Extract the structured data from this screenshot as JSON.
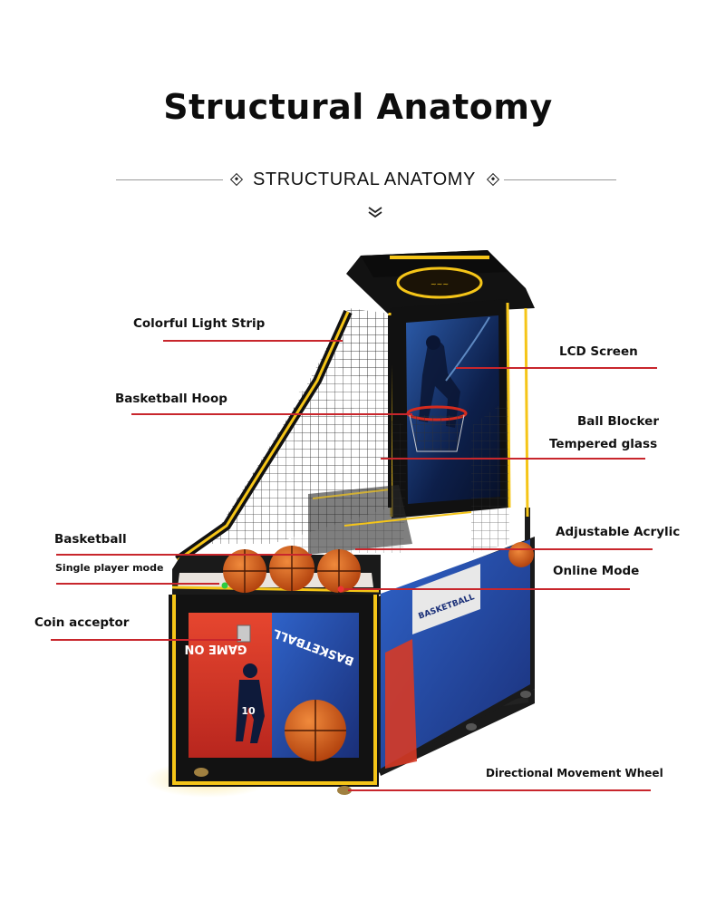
{
  "header": {
    "title": "Structural Anatomy",
    "subtitle": "STRUCTURAL ANATOMY"
  },
  "labels": {
    "light_strip": "Colorful Light Strip",
    "hoop": "Basketball Hoop",
    "basketball": "Basketball",
    "single_player": "Single player mode",
    "coin_acceptor": "Coin acceptor",
    "lcd_screen": "LCD Screen",
    "ball_blocker": "Ball Blocker",
    "tempered_glass": "Tempered glass",
    "adjustable_acrylic": "Adjustable Acrylic",
    "online_mode": "Online Mode",
    "wheel": "Directional Movement Wheel"
  },
  "machine_art": {
    "front_panel_left": "GAME ON",
    "front_panel_right": "BASKETBALL",
    "player_number": "10",
    "side_panel": "BASKETBALL"
  },
  "colors": {
    "accent_line": "#c8262c",
    "light_strip": "#f5c518",
    "cabinet": "#141414"
  }
}
